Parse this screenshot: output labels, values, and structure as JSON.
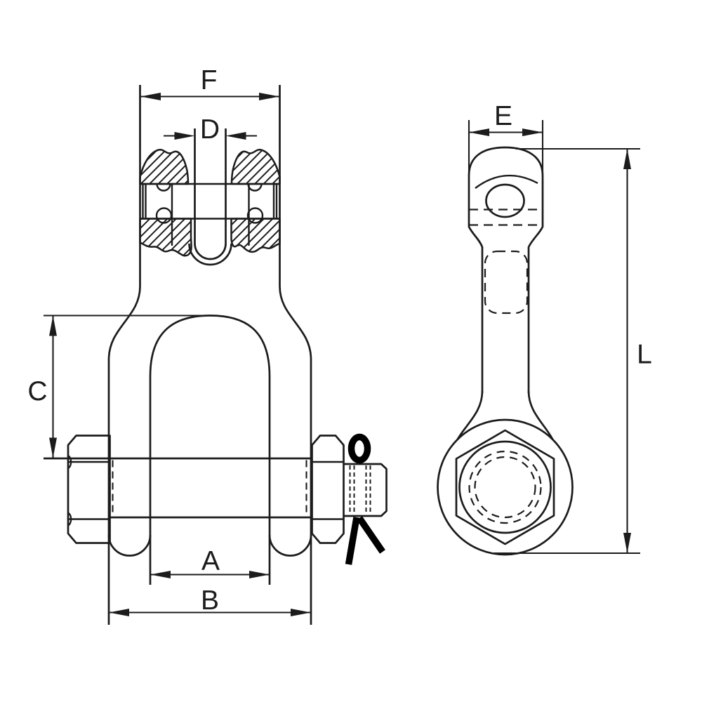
{
  "drawing": {
    "title": "shackle-dimensional-drawing",
    "background": "#ffffff",
    "line_color": "#1c1c1c"
  },
  "dimension_labels": {
    "A": "A",
    "B": "B",
    "C": "C",
    "D": "D",
    "E": "E",
    "F": "F",
    "L": "L"
  }
}
